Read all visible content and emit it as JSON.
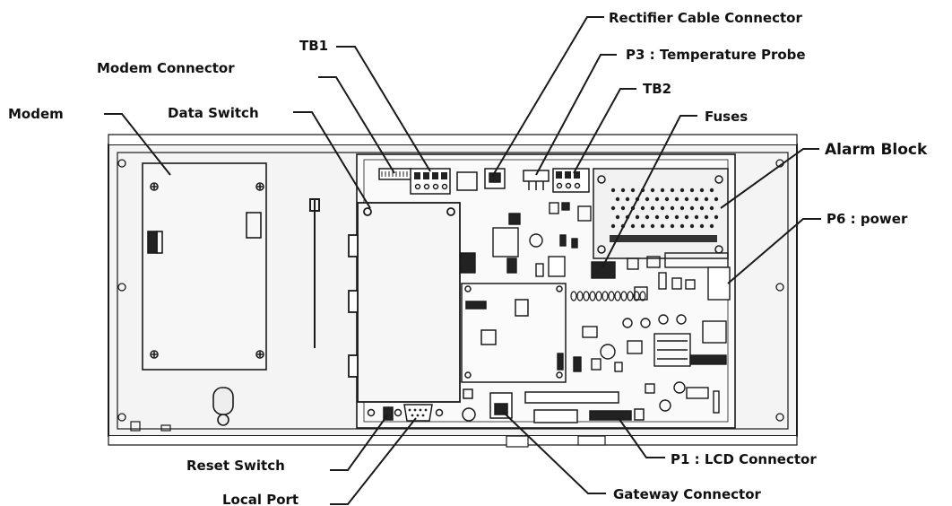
{
  "labels": {
    "rectifier_cable_connector": "Rectifier Cable Connector",
    "tb1": "TB1",
    "p3_temperature_probe": "P3  : Temperature Probe",
    "modem_connector": "Modem Connector",
    "tb2": "TB2",
    "modem": "Modem",
    "data_switch": "Data Switch",
    "fuses": "Fuses",
    "alarm_block": "Alarm Block",
    "p6_power": "P6 : power",
    "reset_switch": "Reset Switch",
    "p1_lcd_connector": "P1 : LCD Connector",
    "local_port": "Local Port",
    "gateway_connector": "Gateway Connector"
  },
  "colors": {
    "line": "#1a1a1a",
    "chassis_fill": "#f4f4f4",
    "board_fill": "#fafafa",
    "component_fill": "#222222"
  }
}
